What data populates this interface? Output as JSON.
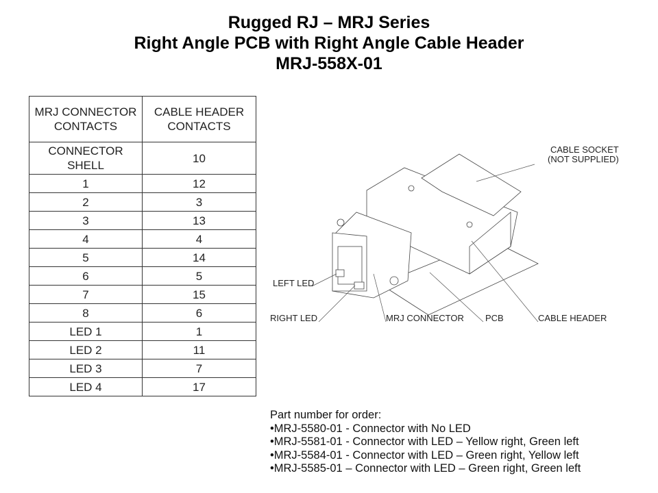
{
  "title": {
    "line1": "Rugged RJ – MRJ Series",
    "line2": "Right Angle PCB with Right Angle Cable Header",
    "line3": "MRJ-558X-01"
  },
  "pin_table": {
    "headers": [
      "MRJ CONNECTOR CONTACTS",
      "CABLE HEADER CONTACTS"
    ],
    "rows": [
      [
        "CONNECTOR SHELL",
        "10"
      ],
      [
        "1",
        "12"
      ],
      [
        "2",
        "3"
      ],
      [
        "3",
        "13"
      ],
      [
        "4",
        "4"
      ],
      [
        "5",
        "14"
      ],
      [
        "6",
        "5"
      ],
      [
        "7",
        "15"
      ],
      [
        "8",
        "6"
      ],
      [
        "LED 1",
        "1"
      ],
      [
        "LED 2",
        "11"
      ],
      [
        "LED 3",
        "7"
      ],
      [
        "LED 4",
        "17"
      ]
    ]
  },
  "drawing": {
    "labels": {
      "cable_socket_1": "CABLE SOCKET",
      "cable_socket_2": "(NOT SUPPLIED)",
      "left_led": "LEFT LED",
      "right_led": "RIGHT LED",
      "mrj_connector": "MRJ CONNECTOR",
      "pcb": "PCB",
      "cable_header": "CABLE HEADER"
    }
  },
  "parts": {
    "heading": "Part number for order:",
    "items": [
      "•MRJ-5580-01 - Connector with No LED",
      "•MRJ-5581-01 - Connector with LED – Yellow right, Green left",
      "•MRJ-5584-01 - Connector with LED – Green right, Yellow left",
      "•MRJ-5585-01 – Connector with  LED – Green right, Green left"
    ]
  }
}
